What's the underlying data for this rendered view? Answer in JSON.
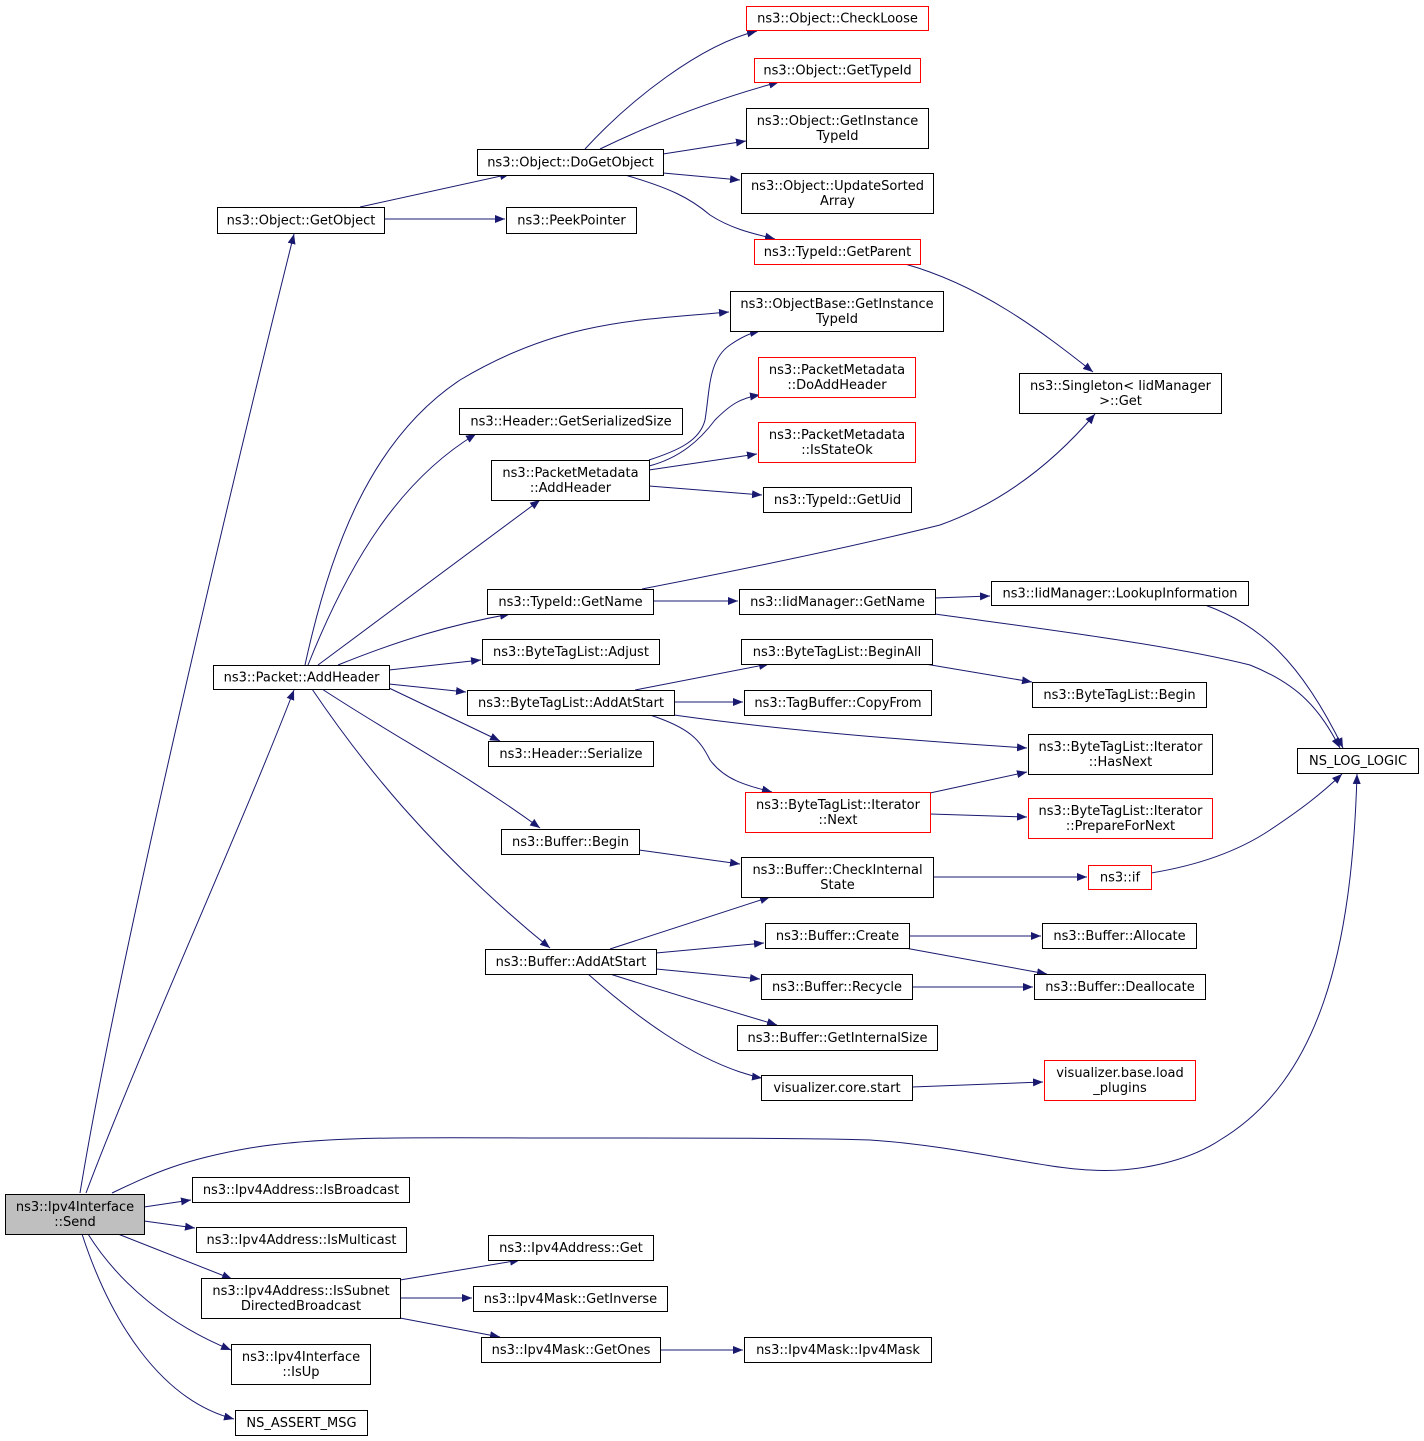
{
  "graph": {
    "colors": {
      "edge": "#191970",
      "border_normal": "#000000",
      "border_truncated": "#ff0000",
      "root_fill": "#bfbfbf",
      "node_fill": "#ffffff"
    },
    "nodes": [
      {
        "id": "ipv4_send",
        "lines": [
          "ns3::Ipv4Interface",
          "::Send"
        ],
        "border": "black",
        "root": true
      },
      {
        "id": "obj_getobject",
        "lines": [
          "ns3::Object::GetObject"
        ],
        "border": "black"
      },
      {
        "id": "obj_dogetobject",
        "lines": [
          "ns3::Object::DoGetObject"
        ],
        "border": "black"
      },
      {
        "id": "obj_checkloose",
        "lines": [
          "ns3::Object::CheckLoose"
        ],
        "border": "red"
      },
      {
        "id": "obj_gettypeid",
        "lines": [
          "ns3::Object::GetTypeId"
        ],
        "border": "red"
      },
      {
        "id": "obj_getinstancetypeid",
        "lines": [
          "ns3::Object::GetInstance",
          "TypeId"
        ],
        "border": "black"
      },
      {
        "id": "obj_updatesortedarray",
        "lines": [
          "ns3::Object::UpdateSorted",
          "Array"
        ],
        "border": "black"
      },
      {
        "id": "typeid_getparent",
        "lines": [
          "ns3::TypeId::GetParent"
        ],
        "border": "red"
      },
      {
        "id": "peekpointer",
        "lines": [
          "ns3::PeekPointer"
        ],
        "border": "black"
      },
      {
        "id": "objbase_getinstancetypeid",
        "lines": [
          "ns3::ObjectBase::GetInstance",
          "TypeId"
        ],
        "border": "black"
      },
      {
        "id": "pm_doaddheader",
        "lines": [
          "ns3::PacketMetadata",
          "::DoAddHeader"
        ],
        "border": "red"
      },
      {
        "id": "singleton_get",
        "lines": [
          "ns3::Singleton< IidManager",
          ">::Get"
        ],
        "border": "black"
      },
      {
        "id": "header_getserializedsize",
        "lines": [
          "ns3::Header::GetSerializedSize"
        ],
        "border": "black"
      },
      {
        "id": "pm_isstateok",
        "lines": [
          "ns3::PacketMetadata",
          "::IsStateOk"
        ],
        "border": "red"
      },
      {
        "id": "pm_addheader",
        "lines": [
          "ns3::PacketMetadata",
          "::AddHeader"
        ],
        "border": "black"
      },
      {
        "id": "typeid_getuid",
        "lines": [
          "ns3::TypeId::GetUid"
        ],
        "border": "black"
      },
      {
        "id": "typeid_getname",
        "lines": [
          "ns3::TypeId::GetName"
        ],
        "border": "black"
      },
      {
        "id": "iid_getname",
        "lines": [
          "ns3::IidManager::GetName"
        ],
        "border": "black"
      },
      {
        "id": "iid_lookupinformation",
        "lines": [
          "ns3::IidManager::LookupInformation"
        ],
        "border": "black"
      },
      {
        "id": "btl_adjust",
        "lines": [
          "ns3::ByteTagList::Adjust"
        ],
        "border": "black"
      },
      {
        "id": "btl_beginall",
        "lines": [
          "ns3::ByteTagList::BeginAll"
        ],
        "border": "black"
      },
      {
        "id": "packet_addheader",
        "lines": [
          "ns3::Packet::AddHeader"
        ],
        "border": "black"
      },
      {
        "id": "btl_addatstart",
        "lines": [
          "ns3::ByteTagList::AddAtStart"
        ],
        "border": "black"
      },
      {
        "id": "tagbuffer_copyfrom",
        "lines": [
          "ns3::TagBuffer::CopyFrom"
        ],
        "border": "black"
      },
      {
        "id": "btl_begin",
        "lines": [
          "ns3::ByteTagList::Begin"
        ],
        "border": "black"
      },
      {
        "id": "ns_log_logic",
        "lines": [
          "NS_LOG_LOGIC"
        ],
        "border": "black"
      },
      {
        "id": "header_serialize",
        "lines": [
          "ns3::Header::Serialize"
        ],
        "border": "black"
      },
      {
        "id": "btl_iter_hasnext",
        "lines": [
          "ns3::ByteTagList::Iterator",
          "::HasNext"
        ],
        "border": "black"
      },
      {
        "id": "btl_iter_next",
        "lines": [
          "ns3::ByteTagList::Iterator",
          "::Next"
        ],
        "border": "red"
      },
      {
        "id": "btl_iter_preparefornext",
        "lines": [
          "ns3::ByteTagList::Iterator",
          "::PrepareForNext"
        ],
        "border": "red"
      },
      {
        "id": "buffer_begin",
        "lines": [
          "ns3::Buffer::Begin"
        ],
        "border": "black"
      },
      {
        "id": "buffer_checkinternalstate",
        "lines": [
          "ns3::Buffer::CheckInternal",
          "State"
        ],
        "border": "black"
      },
      {
        "id": "ns3_if",
        "lines": [
          "ns3::if"
        ],
        "border": "red"
      },
      {
        "id": "buffer_create",
        "lines": [
          "ns3::Buffer::Create"
        ],
        "border": "black"
      },
      {
        "id": "buffer_allocate",
        "lines": [
          "ns3::Buffer::Allocate"
        ],
        "border": "black"
      },
      {
        "id": "buffer_addatstart",
        "lines": [
          "ns3::Buffer::AddAtStart"
        ],
        "border": "black"
      },
      {
        "id": "buffer_recycle",
        "lines": [
          "ns3::Buffer::Recycle"
        ],
        "border": "black"
      },
      {
        "id": "buffer_deallocate",
        "lines": [
          "ns3::Buffer::Deallocate"
        ],
        "border": "black"
      },
      {
        "id": "buffer_getinternalsize",
        "lines": [
          "ns3::Buffer::GetInternalSize"
        ],
        "border": "black"
      },
      {
        "id": "vis_core_start",
        "lines": [
          "visualizer.core.start"
        ],
        "border": "black"
      },
      {
        "id": "vis_base_loadplugins",
        "lines": [
          "visualizer.base.load",
          "_plugins"
        ],
        "border": "red"
      },
      {
        "id": "ipv4addr_isbroadcast",
        "lines": [
          "ns3::Ipv4Address::IsBroadcast"
        ],
        "border": "black"
      },
      {
        "id": "ipv4addr_ismulticast",
        "lines": [
          "ns3::Ipv4Address::IsMulticast"
        ],
        "border": "black"
      },
      {
        "id": "ipv4addr_get",
        "lines": [
          "ns3::Ipv4Address::Get"
        ],
        "border": "black"
      },
      {
        "id": "ipv4addr_issubnetdb",
        "lines": [
          "ns3::Ipv4Address::IsSubnet",
          "DirectedBroadcast"
        ],
        "border": "black"
      },
      {
        "id": "ipv4mask_getinverse",
        "lines": [
          "ns3::Ipv4Mask::GetInverse"
        ],
        "border": "black"
      },
      {
        "id": "ipv4iface_isup",
        "lines": [
          "ns3::Ipv4Interface",
          "::IsUp"
        ],
        "border": "black"
      },
      {
        "id": "ipv4mask_getones",
        "lines": [
          "ns3::Ipv4Mask::GetOnes"
        ],
        "border": "black"
      },
      {
        "id": "ipv4mask_ipv4mask",
        "lines": [
          "ns3::Ipv4Mask::Ipv4Mask"
        ],
        "border": "black"
      },
      {
        "id": "ns_assert_msg",
        "lines": [
          "NS_ASSERT_MSG"
        ],
        "border": "black"
      }
    ],
    "edges": [
      {
        "from": "ipv4_send",
        "to": "obj_getobject"
      },
      {
        "from": "ipv4_send",
        "to": "packet_addheader"
      },
      {
        "from": "ipv4_send",
        "to": "ns_log_logic"
      },
      {
        "from": "ipv4_send",
        "to": "ipv4addr_isbroadcast"
      },
      {
        "from": "ipv4_send",
        "to": "ipv4addr_ismulticast"
      },
      {
        "from": "ipv4_send",
        "to": "ipv4addr_issubnetdb"
      },
      {
        "from": "ipv4_send",
        "to": "ipv4iface_isup"
      },
      {
        "from": "ipv4_send",
        "to": "ns_assert_msg"
      },
      {
        "from": "obj_getobject",
        "to": "obj_dogetobject"
      },
      {
        "from": "obj_getobject",
        "to": "peekpointer"
      },
      {
        "from": "obj_dogetobject",
        "to": "obj_checkloose"
      },
      {
        "from": "obj_dogetobject",
        "to": "obj_gettypeid"
      },
      {
        "from": "obj_dogetobject",
        "to": "obj_getinstancetypeid"
      },
      {
        "from": "obj_dogetobject",
        "to": "obj_updatesortedarray"
      },
      {
        "from": "obj_dogetobject",
        "to": "typeid_getparent"
      },
      {
        "from": "typeid_getparent",
        "to": "singleton_get"
      },
      {
        "from": "packet_addheader",
        "to": "objbase_getinstancetypeid"
      },
      {
        "from": "packet_addheader",
        "to": "header_getserializedsize"
      },
      {
        "from": "packet_addheader",
        "to": "pm_addheader"
      },
      {
        "from": "packet_addheader",
        "to": "typeid_getname"
      },
      {
        "from": "packet_addheader",
        "to": "btl_adjust"
      },
      {
        "from": "packet_addheader",
        "to": "btl_addatstart"
      },
      {
        "from": "packet_addheader",
        "to": "header_serialize"
      },
      {
        "from": "packet_addheader",
        "to": "buffer_begin"
      },
      {
        "from": "packet_addheader",
        "to": "buffer_addatstart"
      },
      {
        "from": "pm_addheader",
        "to": "objbase_getinstancetypeid"
      },
      {
        "from": "pm_addheader",
        "to": "pm_doaddheader"
      },
      {
        "from": "pm_addheader",
        "to": "pm_isstateok"
      },
      {
        "from": "pm_addheader",
        "to": "typeid_getuid"
      },
      {
        "from": "typeid_getname",
        "to": "singleton_get"
      },
      {
        "from": "typeid_getname",
        "to": "iid_getname"
      },
      {
        "from": "iid_getname",
        "to": "iid_lookupinformation"
      },
      {
        "from": "iid_getname",
        "to": "ns_log_logic"
      },
      {
        "from": "iid_lookupinformation",
        "to": "ns_log_logic"
      },
      {
        "from": "btl_addatstart",
        "to": "btl_beginall"
      },
      {
        "from": "btl_addatstart",
        "to": "tagbuffer_copyfrom"
      },
      {
        "from": "btl_addatstart",
        "to": "btl_iter_hasnext"
      },
      {
        "from": "btl_addatstart",
        "to": "btl_iter_next"
      },
      {
        "from": "btl_beginall",
        "to": "btl_begin"
      },
      {
        "from": "btl_iter_next",
        "to": "btl_iter_hasnext"
      },
      {
        "from": "btl_iter_next",
        "to": "btl_iter_preparefornext"
      },
      {
        "from": "buffer_begin",
        "to": "buffer_checkinternalstate"
      },
      {
        "from": "buffer_checkinternalstate",
        "to": "ns3_if"
      },
      {
        "from": "ns3_if",
        "to": "ns_log_logic"
      },
      {
        "from": "buffer_addatstart",
        "to": "buffer_checkinternalstate"
      },
      {
        "from": "buffer_addatstart",
        "to": "buffer_create"
      },
      {
        "from": "buffer_addatstart",
        "to": "buffer_recycle"
      },
      {
        "from": "buffer_addatstart",
        "to": "buffer_getinternalsize"
      },
      {
        "from": "buffer_addatstart",
        "to": "vis_core_start"
      },
      {
        "from": "buffer_create",
        "to": "buffer_allocate"
      },
      {
        "from": "buffer_create",
        "to": "buffer_deallocate"
      },
      {
        "from": "buffer_recycle",
        "to": "buffer_deallocate"
      },
      {
        "from": "vis_core_start",
        "to": "vis_base_loadplugins"
      },
      {
        "from": "ipv4addr_issubnetdb",
        "to": "ipv4addr_get"
      },
      {
        "from": "ipv4addr_issubnetdb",
        "to": "ipv4mask_getinverse"
      },
      {
        "from": "ipv4addr_issubnetdb",
        "to": "ipv4mask_getones"
      },
      {
        "from": "ipv4mask_getones",
        "to": "ipv4mask_ipv4mask"
      }
    ]
  }
}
